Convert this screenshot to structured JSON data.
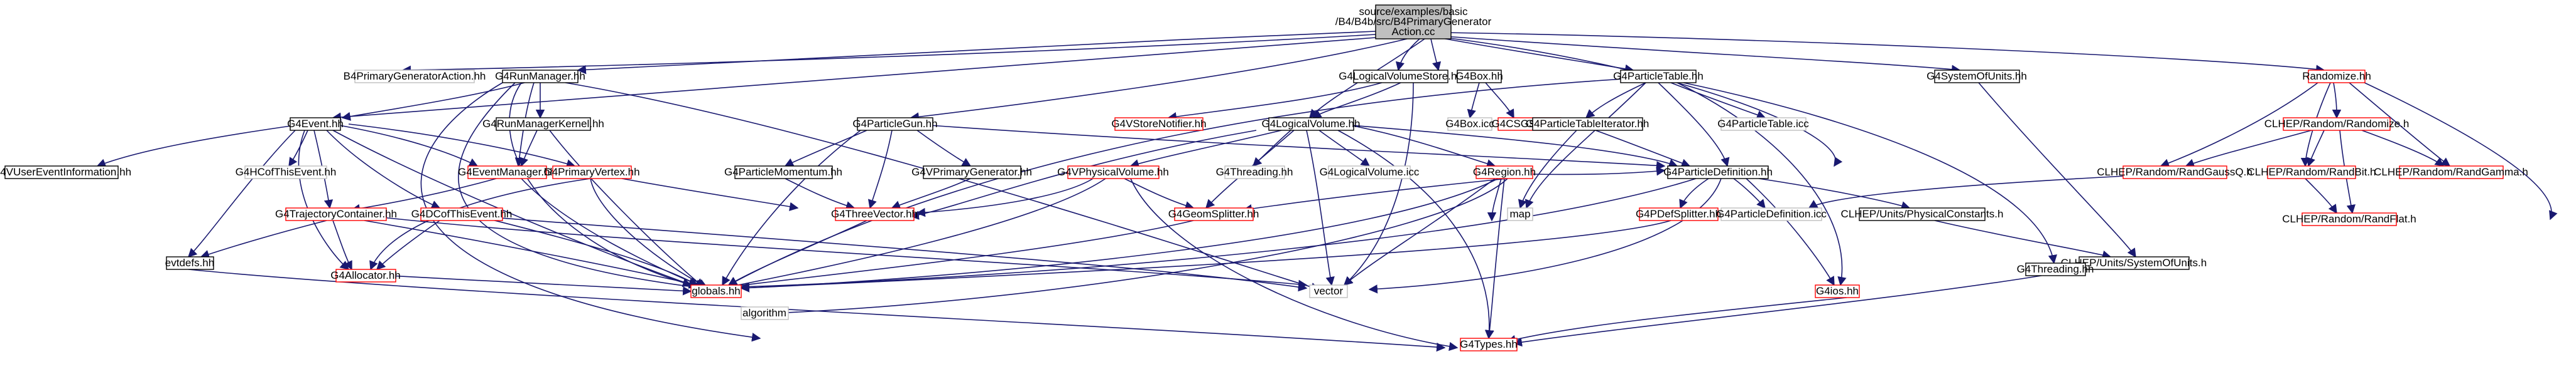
{
  "colors": {
    "edge": "#191970",
    "root_fill": "#bfbfbf",
    "box_black": "#000000",
    "box_red": "#ff0000",
    "box_gray": "#bfbfbf"
  },
  "nodes": {
    "root": {
      "line1": "source/examples/basic",
      "line2": "/B4/B4b/src/B4PrimaryGenerator",
      "line3": "Action.cc"
    },
    "B4PrimaryGeneratorAction_hh": {
      "label": "B4PrimaryGeneratorAction.hh"
    },
    "G4RunManager_hh": {
      "label": "G4RunManager.hh"
    },
    "G4Event_hh": {
      "label": "G4Event.hh"
    },
    "G4VUserEventInformation_hh": {
      "label": "G4VUserEventInformation.hh"
    },
    "G4HCofThisEvent_hh": {
      "label": "G4HCofThisEvent.hh"
    },
    "G4RunManagerKernel_hh": {
      "label": "G4RunManagerKernel.hh"
    },
    "G4EventManager_hh": {
      "label": "G4EventManager.hh"
    },
    "G4PrimaryVertex_hh": {
      "label": "G4PrimaryVertex.hh"
    },
    "G4TrajectoryContainer_hh": {
      "label": "G4TrajectoryContainer.hh"
    },
    "G4DCofThisEvent_hh": {
      "label": "G4DCofThisEvent.hh"
    },
    "evtdefs_hh": {
      "label": "evtdefs.hh"
    },
    "G4Allocator_hh": {
      "label": "G4Allocator.hh"
    },
    "globals_hh": {
      "label": "globals.hh"
    },
    "algorithm": {
      "label": "algorithm"
    },
    "vector": {
      "label": "vector"
    },
    "map": {
      "label": "map"
    },
    "G4Types_hh": {
      "label": "G4Types.hh"
    },
    "G4ios_hh": {
      "label": "G4ios.hh"
    },
    "G4ParticleGun_hh": {
      "label": "G4ParticleGun.hh"
    },
    "G4ParticleMomentum_hh": {
      "label": "G4ParticleMomentum.hh"
    },
    "G4VPrimaryGenerator_hh": {
      "label": "G4VPrimaryGenerator.hh"
    },
    "G4ThreeVector_hh": {
      "label": "G4ThreeVector.hh"
    },
    "G4LogicalVolumeStore_hh": {
      "label": "G4LogicalVolumeStore.hh"
    },
    "G4VStoreNotifier_hh": {
      "label": "G4VStoreNotifier.hh"
    },
    "G4LogicalVolume_hh": {
      "label": "G4LogicalVolume.hh"
    },
    "G4VPhysicalVolume_hh": {
      "label": "G4VPhysicalVolume.hh"
    },
    "G4Threading_hh_top": {
      "label": "G4Threading.hh"
    },
    "G4LogicalVolume_icc": {
      "label": "G4LogicalVolume.icc"
    },
    "G4GeomSplitter_hh": {
      "label": "G4GeomSplitter.hh"
    },
    "G4Region_hh": {
      "label": "G4Region.hh"
    },
    "G4Box_hh": {
      "label": "G4Box.hh"
    },
    "G4Box_icc": {
      "label": "G4Box.icc"
    },
    "G4CSGSolid_hh": {
      "label": "G4CSGSolid.hh"
    },
    "G4ParticleTable_hh": {
      "label": "G4ParticleTable.hh"
    },
    "G4ParticleTableIterator_hh": {
      "label": "G4ParticleTableIterator.hh"
    },
    "G4ParticleTable_icc": {
      "label": "G4ParticleTable.icc"
    },
    "G4ParticleDefinition_hh": {
      "label": "G4ParticleDefinition.hh"
    },
    "G4PDefSplitter_hh": {
      "label": "G4PDefSplitter.hh"
    },
    "G4ParticleDefinition_icc": {
      "label": "G4ParticleDefinition.icc"
    },
    "CLHEP_PhysicalConstants_h": {
      "label": "CLHEP/Units/PhysicalConstants.h"
    },
    "CLHEP_SystemOfUnits_h": {
      "label": "CLHEP/Units/SystemOfUnits.h"
    },
    "G4SystemOfUnits_hh": {
      "label": "G4SystemOfUnits.hh"
    },
    "G4Threading_hh_bottom": {
      "label": "G4Threading.hh"
    },
    "Randomize_hh": {
      "label": "Randomize.hh"
    },
    "CLHEP_Randomize_h": {
      "label": "CLHEP/Random/Randomize.h"
    },
    "CLHEP_RandGaussQ_h": {
      "label": "CLHEP/Random/RandGaussQ.h"
    },
    "CLHEP_RandBit_h": {
      "label": "CLHEP/Random/RandBit.h"
    },
    "CLHEP_RandGamma_h": {
      "label": "CLHEP/Random/RandGamma.h"
    },
    "CLHEP_RandFlat_h": {
      "label": "CLHEP/Random/RandFlat.h"
    }
  }
}
